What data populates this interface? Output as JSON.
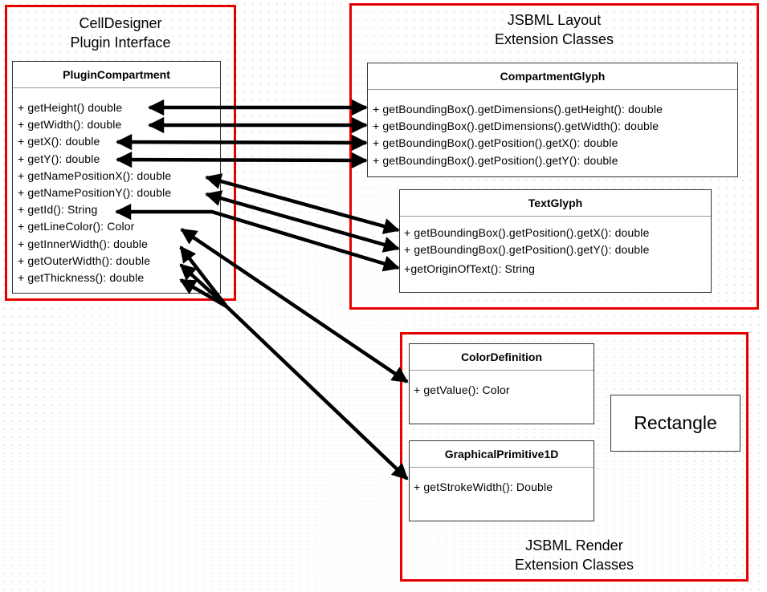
{
  "groups": {
    "cd": {
      "title": "CellDesigner\nPlugin Interface"
    },
    "layout": {
      "title": "JSBML Layout\nExtension Classes"
    },
    "render": {
      "title": "JSBML Render\nExtension Classes"
    }
  },
  "classes": {
    "plugin_compartment": {
      "name": "PluginCompartment",
      "members": [
        "+ getHeight() double",
        "+ getWidth(): double",
        "+ getX(): double",
        "+ getY(): double",
        "+ getNamePositionX(): double",
        "+ getNamePositionY(): double",
        "+ getId(): String",
        "+ getLineColor(): Color",
        "+ getInnerWidth(): double",
        "+ getOuterWidth(): double",
        "+ getThickness(): double"
      ]
    },
    "compartment_glyph": {
      "name": "CompartmentGlyph",
      "members": [
        "+ getBoundingBox().getDimensions().getHeight(): double",
        "+ getBoundingBox().getDimensions().getWidth(): double",
        "+ getBoundingBox().getPosition().getX(): double",
        "+ getBoundingBox().getPosition().getY(): double"
      ]
    },
    "text_glyph": {
      "name": "TextGlyph",
      "members": [
        "+ getBoundingBox().getPosition().getX(): double",
        "+ getBoundingBox().getPosition().getY(): double",
        "+getOriginOfText(): String"
      ]
    },
    "color_definition": {
      "name": "ColorDefinition",
      "members": [
        "+ getValue(): Color"
      ]
    },
    "graphical_primitive": {
      "name": "GraphicalPrimitive1D",
      "members": [
        "+ getStrokeWidth(): Double"
      ]
    }
  },
  "rectangle_label": "Rectangle"
}
